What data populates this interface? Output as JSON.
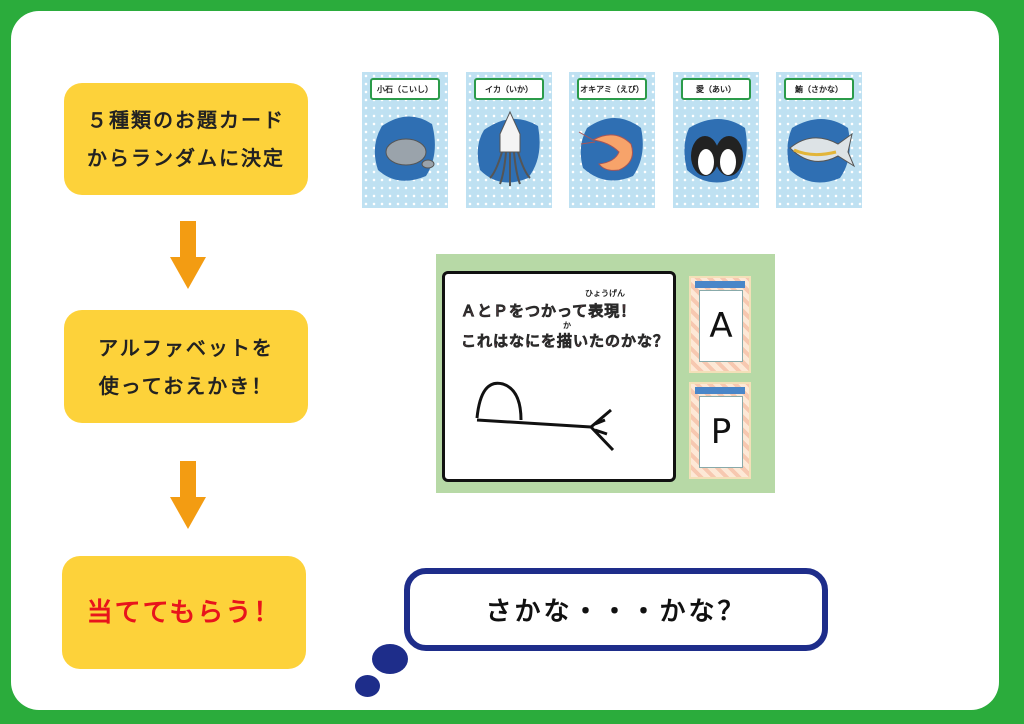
{
  "steps": [
    {
      "line1": "５種類のお題カード",
      "line2": "からランダムに決定"
    },
    {
      "line1": "アルファベットを",
      "line2": "使っておえかき！"
    },
    {
      "line1": "当ててもらう！"
    }
  ],
  "cards": [
    {
      "label": "小石（こいし）",
      "icon": "pebble-icon"
    },
    {
      "label": "イカ（いか）",
      "icon": "squid-icon"
    },
    {
      "label": "オキアミ（えび）",
      "icon": "krill-icon"
    },
    {
      "label": "愛（あい）",
      "icon": "penguin-icon"
    },
    {
      "label": "鮪（さかな）",
      "icon": "fish-icon"
    }
  ],
  "board": {
    "prompt1": "ＡとＰをつかって表現！",
    "prompt2": "これはなにを描いたのかな？",
    "ruby1": "ひょうげん",
    "ruby2": "か"
  },
  "letter_cards": [
    "A",
    "P"
  ],
  "bubble_text": "さかな・・・かな？",
  "colors": {
    "frame": "#2bac3c",
    "step": "#fdd23a",
    "arrow": "#f39c12",
    "bubble_border": "#1e2d8a",
    "answer_text": "#e8141c"
  }
}
